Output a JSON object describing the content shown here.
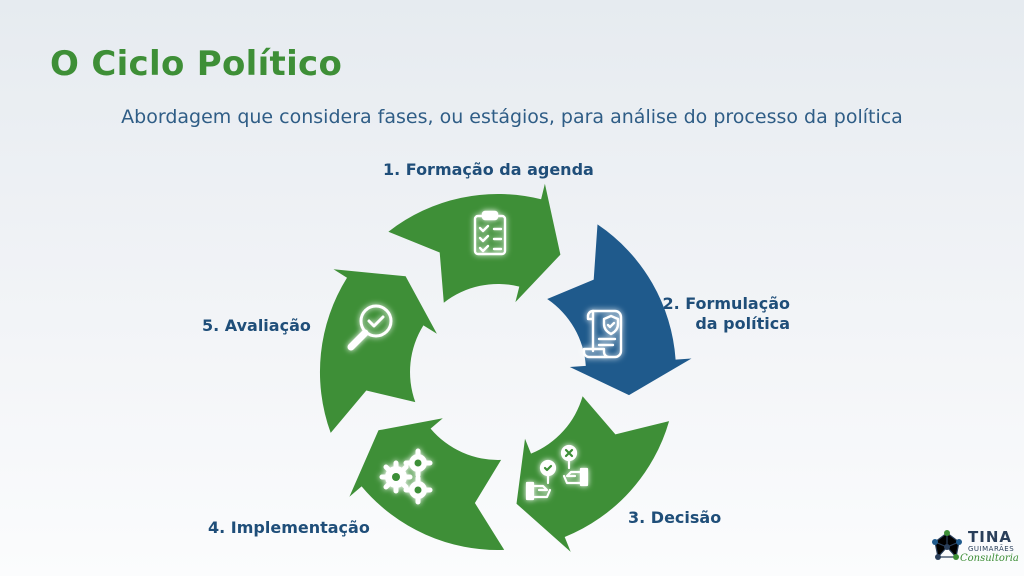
{
  "slide": {
    "title": "O Ciclo Político",
    "subtitle": "Abordagem que considera fases, ou estágios, para análise do processo da política"
  },
  "cycle": {
    "stages": [
      {
        "label": "1. Formação da agenda",
        "icon": "clipboard-checklist-icon",
        "color": "#3e8f37"
      },
      {
        "label": "2. Formulação\nda política",
        "icon": "document-shield-icon",
        "color": "#1f5a8c"
      },
      {
        "label": "3. Decisão",
        "icon": "hands-vote-icon",
        "color": "#3e8f37"
      },
      {
        "label": "4. Implementação",
        "icon": "gears-icon",
        "color": "#3e8f37"
      },
      {
        "label": "5. Avaliação",
        "icon": "magnifier-check-icon",
        "color": "#3e8f37"
      }
    ]
  },
  "logo": {
    "main": "TINA",
    "sub": "GUIMARÃES",
    "script": "Consultoria"
  },
  "colors": {
    "green": "#3e8f37",
    "blue": "#1f5a8c",
    "text_blue": "#1f4e79"
  }
}
